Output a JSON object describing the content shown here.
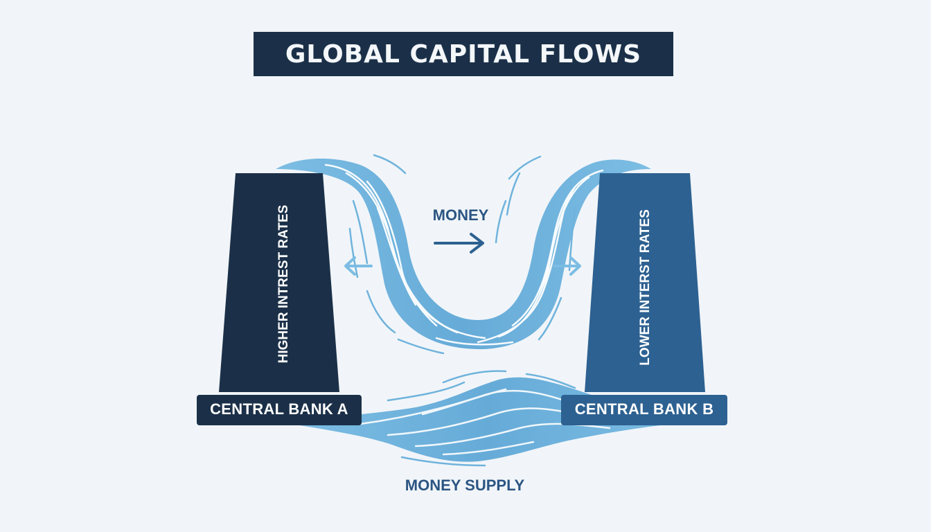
{
  "title": "GLOBAL CAPITAL FLOWS",
  "banks": {
    "a": {
      "name": "CENTRAL BANK A",
      "rate_label": "HIGHER INTREST RATES",
      "color": "#1b3048"
    },
    "b": {
      "name": "CENTRAL BANK B",
      "rate_label": "LOWER INTERST RATES",
      "color": "#2d6191"
    }
  },
  "flows": {
    "money_label": "MONEY",
    "supply_label": "MONEY SUPPLY",
    "stream_color": "#6fb3dc",
    "arrow_color": "#2d6191",
    "label_color": "#2b5583"
  },
  "icons": [
    "arrow-right-icon",
    "arrow-left-icon"
  ]
}
